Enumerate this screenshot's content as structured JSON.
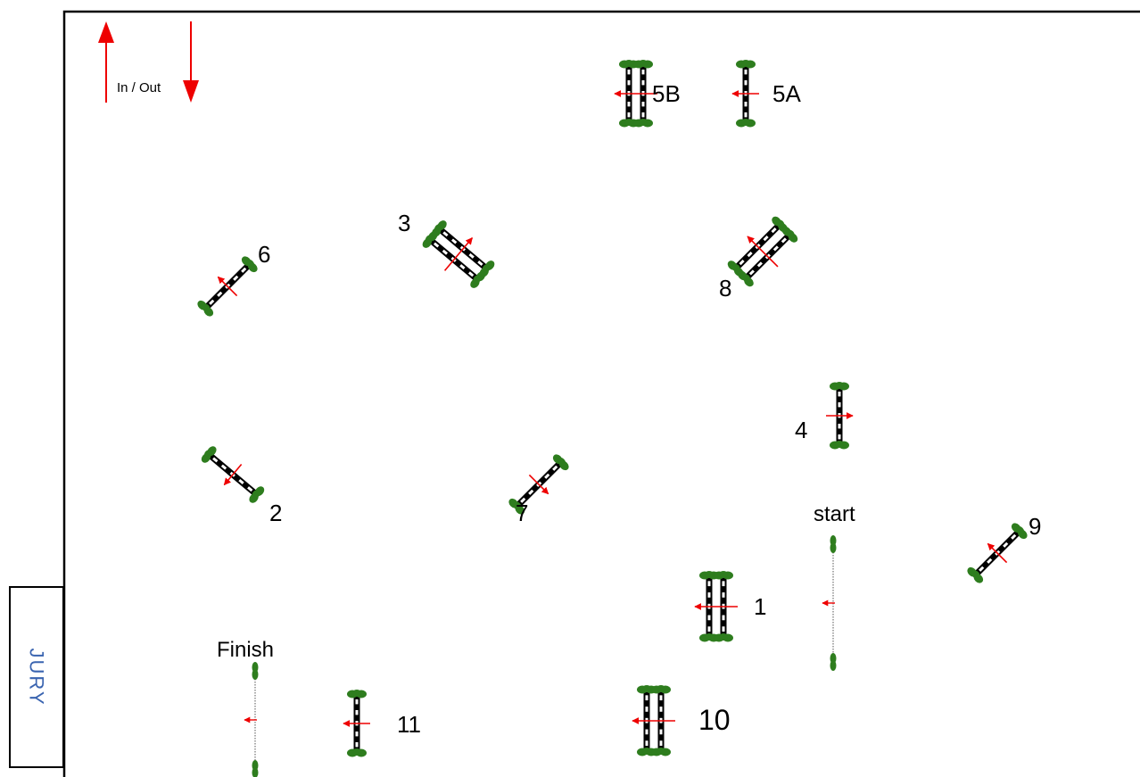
{
  "arena": {
    "jury_label": "JURY",
    "in_out_label": "In / Out",
    "start_label": "start",
    "finish_label": "Finish"
  },
  "obstacles": [
    {
      "id": "1",
      "label": "1",
      "kind": "oxer"
    },
    {
      "id": "2",
      "label": "2",
      "kind": "vertical"
    },
    {
      "id": "3",
      "label": "3",
      "kind": "oxer"
    },
    {
      "id": "4",
      "label": "4",
      "kind": "vertical"
    },
    {
      "id": "5A",
      "label": "5A",
      "kind": "vertical"
    },
    {
      "id": "5B",
      "label": "5B",
      "kind": "oxer"
    },
    {
      "id": "6",
      "label": "6",
      "kind": "vertical"
    },
    {
      "id": "7",
      "label": "7",
      "kind": "vertical"
    },
    {
      "id": "8",
      "label": "8",
      "kind": "oxer"
    },
    {
      "id": "9",
      "label": "9",
      "kind": "vertical"
    },
    {
      "id": "10",
      "label": "10",
      "kind": "oxer"
    },
    {
      "id": "11",
      "label": "11",
      "kind": "vertical"
    }
  ],
  "colors": {
    "arrow": "#ee0000",
    "flower": "#2e7d1e",
    "pole": "#000000",
    "jury_text": "#3a64b0"
  }
}
